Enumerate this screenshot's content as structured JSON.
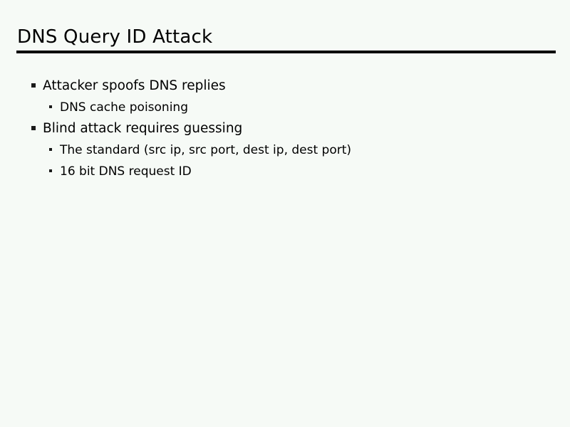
{
  "slide": {
    "title": "DNS Query ID Attack",
    "background_color": "#f6faf6",
    "text_color": "#000000",
    "rule_color": "#000000",
    "bullet_marker_color": "#1a1a1a",
    "outline": [
      {
        "level": 1,
        "marker": "square-bullet",
        "text": "Attacker spoofs DNS replies",
        "children": [
          {
            "level": 2,
            "marker": "small-square-bullet",
            "text": "DNS cache poisoning"
          }
        ]
      },
      {
        "level": 1,
        "marker": "square-bullet",
        "text": "Blind attack requires guessing",
        "children": [
          {
            "level": 2,
            "marker": "small-square-bullet",
            "text": "The standard (src ip, src port, dest ip, dest port)"
          },
          {
            "level": 2,
            "marker": "small-square-bullet",
            "text": "16 bit DNS request ID"
          }
        ]
      }
    ]
  }
}
